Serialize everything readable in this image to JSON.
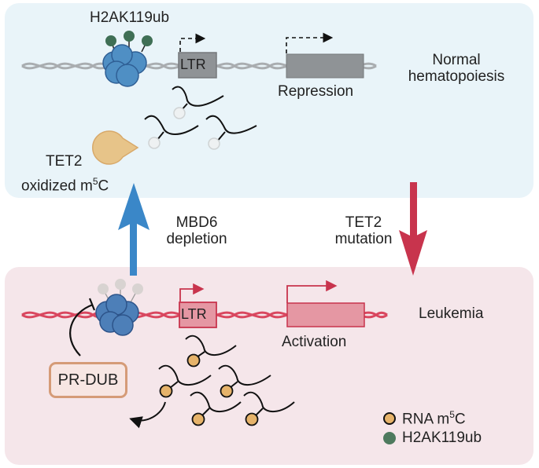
{
  "top_panel": {
    "state_label_line1": "Normal",
    "state_label_line2": "hematopoiesis",
    "histone_mark_label": "H2AK119ub",
    "ltr_label": "LTR",
    "gene_outcome_label": "Repression",
    "enzyme_label_line1": "TET2",
    "enzyme_label_line2_prefix": "oxidized m",
    "enzyme_label_sup": "5",
    "enzyme_label_line2_suffix": "C",
    "background_color": "#e9f4f9"
  },
  "transitions": {
    "up_label_line1": "MBD6",
    "up_label_line2": "depletion",
    "up_arrow_color": "#3a87c8",
    "down_label_line1": "TET2",
    "down_label_line2": "mutation",
    "down_arrow_color": "#c8344d"
  },
  "bottom_panel": {
    "state_label": "Leukemia",
    "ltr_label": "LTR",
    "gene_outcome_label": "Activation",
    "complex_label": "PR-DUB",
    "background_color": "#f5e6ea"
  },
  "legend": {
    "items": [
      {
        "label_prefix": "RNA m",
        "label_sup": "5",
        "label_suffix": "C",
        "color": "#e6b36a",
        "icon": "rna-m5c-dot-icon"
      },
      {
        "label_prefix": "H2AK119ub",
        "label_sup": "",
        "label_suffix": "",
        "color": "#4e7a5e",
        "icon": "h2ak119ub-dot-icon"
      }
    ]
  },
  "colors": {
    "dna_normal": "#a9adb0",
    "dna_leukemia": "#d9475f",
    "nucleosome": "#4f8fc4",
    "nucleosome_leukemia": "#4d7fb8",
    "ubiquitin": "#3f6f55",
    "ubiquitin_removed": "#d8d3d1",
    "tet2": "#e7c489",
    "ltr_gray": "#8f9396",
    "ltr_pink": "#e597a3"
  }
}
